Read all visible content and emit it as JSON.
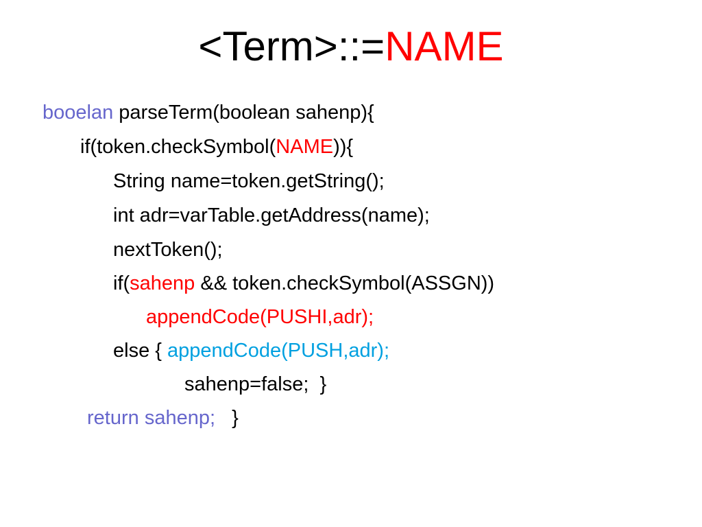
{
  "colors": {
    "text": "#000000",
    "keyword": "#6666cc",
    "highlight": "#ff0000",
    "alt_highlight": "#00a0e0",
    "background": "#ffffff"
  },
  "title": {
    "prefix": "<Term>::=",
    "keyword": "NAME"
  },
  "code": {
    "line1": {
      "keyword": "booelan",
      "rest": " parseTerm(boolean sahenp){"
    },
    "line2": {
      "before": "if(token.checkSymbol(",
      "keyword": "NAME",
      "after": ")){"
    },
    "line3": {
      "text": "String name=token.getString();"
    },
    "line4": {
      "text": "int adr=varTable.getAddress(name);"
    },
    "line5": {
      "text": "nextToken();"
    },
    "line6": {
      "before": "if(",
      "keyword": "sahenp",
      "after": " && token.checkSymbol(ASSGN))"
    },
    "line7": {
      "text": "appendCode(PUSHI,adr);"
    },
    "line8": {
      "before": "else { ",
      "code": "appendCode(PUSH,adr);"
    },
    "line9": {
      "text": "sahenp=false;  }"
    },
    "line10": {
      "keyword": "return sahenp;",
      "after": "   }"
    }
  }
}
